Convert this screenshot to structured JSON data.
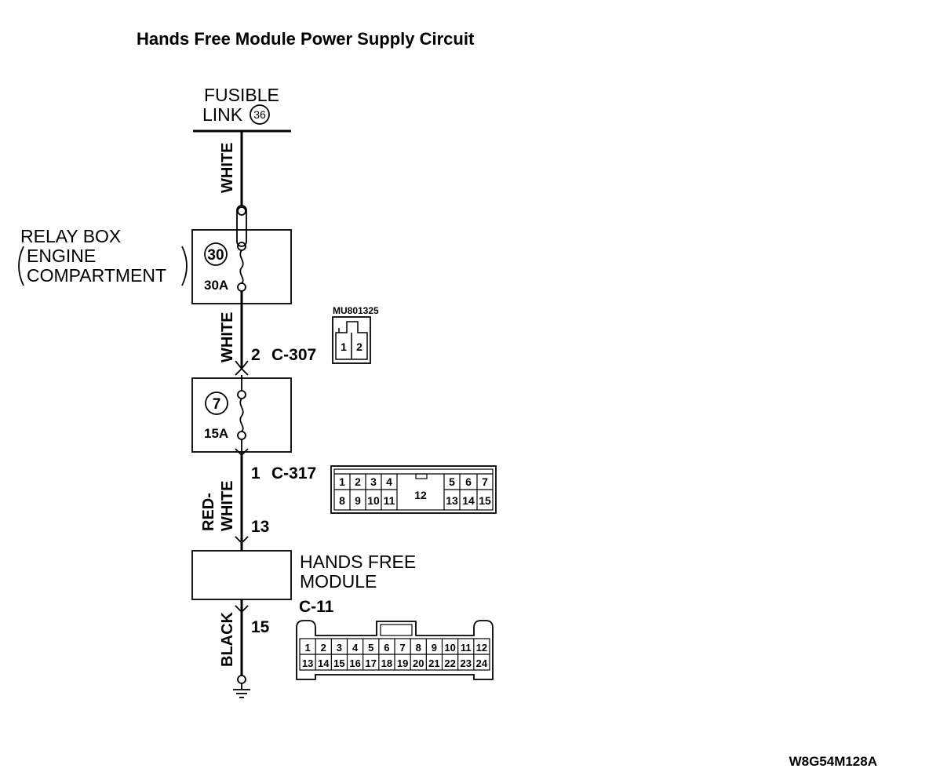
{
  "title": "Hands Free Module Power Supply Circuit",
  "fusible_link": {
    "line1": "FUSIBLE",
    "line2": "LINK",
    "number": "36"
  },
  "relay_box": {
    "line1": "RELAY BOX",
    "line2": "ENGINE",
    "line3": "COMPARTMENT"
  },
  "fuse30": {
    "number": "30",
    "rating": "30A"
  },
  "fuse7": {
    "number": "7",
    "rating": "15A"
  },
  "wires": {
    "white_top": "WHITE",
    "white_mid": "WHITE",
    "red_white_1": "RED-",
    "red_white_2": "WHITE",
    "black": "BLACK"
  },
  "c307": {
    "pin": "2",
    "name": "C-307",
    "part_no": "MU801325",
    "pins": [
      "1",
      "2"
    ]
  },
  "c317": {
    "pin": "1",
    "name": "C-317",
    "pin_module": "13",
    "row1": [
      "1",
      "2",
      "3",
      "4",
      "5",
      "6",
      "7"
    ],
    "center": "12",
    "row2": [
      "8",
      "9",
      "10",
      "11",
      "13",
      "14",
      "15"
    ]
  },
  "hfm": {
    "line1": "HANDS FREE",
    "line2": "MODULE"
  },
  "c11": {
    "name": "C-11",
    "pin": "15",
    "row1": [
      "1",
      "2",
      "3",
      "4",
      "5",
      "6",
      "7",
      "8",
      "9",
      "10",
      "11",
      "12"
    ],
    "row2": [
      "13",
      "14",
      "15",
      "16",
      "17",
      "18",
      "19",
      "20",
      "21",
      "22",
      "23",
      "24"
    ]
  },
  "diagram_code": "W8G54M128A"
}
